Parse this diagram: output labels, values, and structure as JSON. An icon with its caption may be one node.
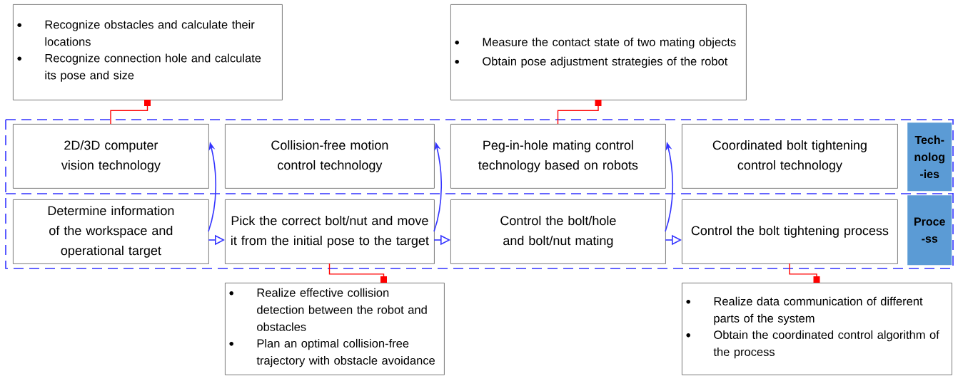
{
  "diagram": {
    "nodes": [
      {
        "text": [
          "Recognize obstacles and calculate their locations",
          "Recognize connection hole and calculate its pose and size"
        ]
      },
      {
        "text": [
          "Measure the contact state of two mating objects",
          "Obtain pose adjustment strategies of the robot"
        ]
      },
      {
        "text": [
          "2D/3D computer vision technology"
        ]
      },
      {
        "text": [
          "Collision-free motion control technology"
        ]
      },
      {
        "text": [
          "Peg-in-hole mating control technology based on robots"
        ]
      },
      {
        "text": [
          "Coordinated bolt tightening control technology"
        ]
      },
      {
        "text": [
          "Tech- nolog -ies"
        ]
      },
      {
        "text": [
          "Determine information of the workspace and operational target"
        ]
      },
      {
        "text": [
          "Pick the correct bolt/nut and move it from the initial pose to the target"
        ]
      },
      {
        "text": [
          "Control the bolt/hole and bolt/nut mating"
        ]
      },
      {
        "text": [
          "Control the bolt tightening process"
        ]
      },
      {
        "text": [
          "Proce -ss"
        ]
      },
      {
        "text": [
          "Realize effective collision detection between the robot and obstacles",
          "Plan an optimal collision-free trajectory with obstacle avoidance"
        ]
      },
      {
        "text": [
          "Realize data communication of different parts of the system",
          "Obtain the coordinated control algorithm of the process"
        ]
      }
    ],
    "edges": [
      {
        "from": 2,
        "to": 0,
        "arrow": "other",
        "color": "#ff0000"
      },
      {
        "from": 4,
        "to": 1,
        "arrow": "other",
        "color": "#ff0000"
      },
      {
        "from": 8,
        "to": 12,
        "arrow": "other",
        "color": "#ff0000"
      },
      {
        "from": 10,
        "to": 13,
        "arrow": "other",
        "color": "#ff0000"
      },
      {
        "from": 7,
        "to": 8,
        "arrow": "to"
      },
      {
        "from": 8,
        "to": 9,
        "arrow": "to"
      },
      {
        "from": 9,
        "to": 10,
        "arrow": "to"
      },
      {
        "from": 7,
        "to": 2,
        "arrow": "to"
      },
      {
        "from": 8,
        "to": 3,
        "arrow": "to"
      },
      {
        "from": 9,
        "to": 4,
        "arrow": "to"
      }
    ]
  }
}
